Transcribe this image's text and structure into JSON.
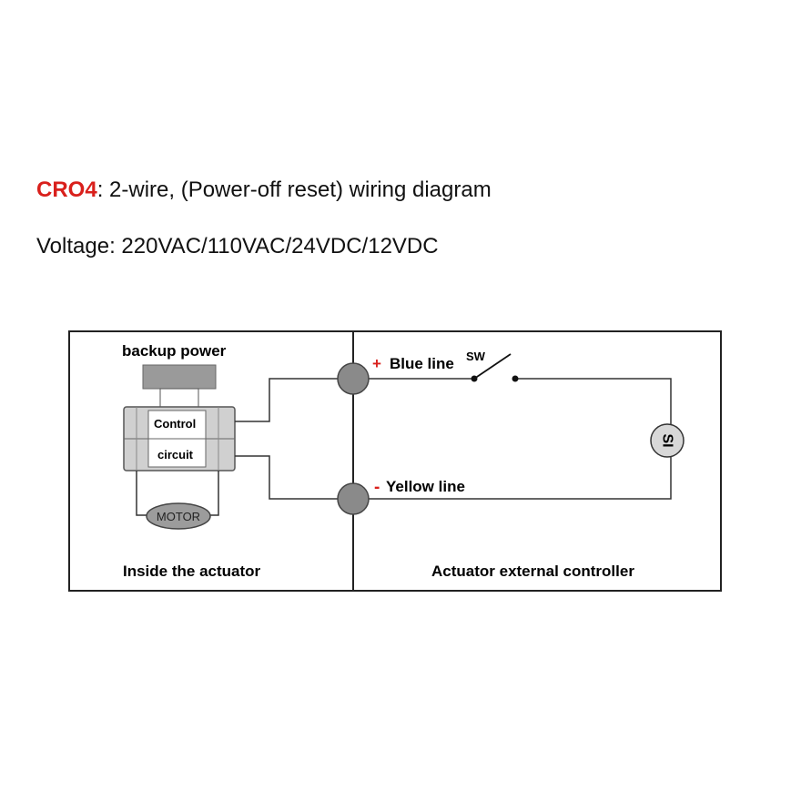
{
  "heading": {
    "model": "CRO4",
    "rest": ": 2-wire, (Power-off reset) wiring diagram"
  },
  "voltage": "Voltage: 220VAC/110VAC/24VDC/12VDC",
  "diagram": {
    "backup_power": "backup power",
    "control_label": "Control",
    "circuit_label": "circuit",
    "motor_label": "MOTOR",
    "plus_sign": "+",
    "blue_line": "Blue line",
    "switch_label": "SW",
    "minus_sign": "-",
    "yellow_line": "Yellow line",
    "load_label": "SI",
    "inside_label": "Inside the actuator",
    "external_label": "Actuator external controller"
  },
  "colors": {
    "accent_red": "#d9201c",
    "terminal_gray": "#8a8a8a",
    "component_gray": "#c8c8c8"
  }
}
